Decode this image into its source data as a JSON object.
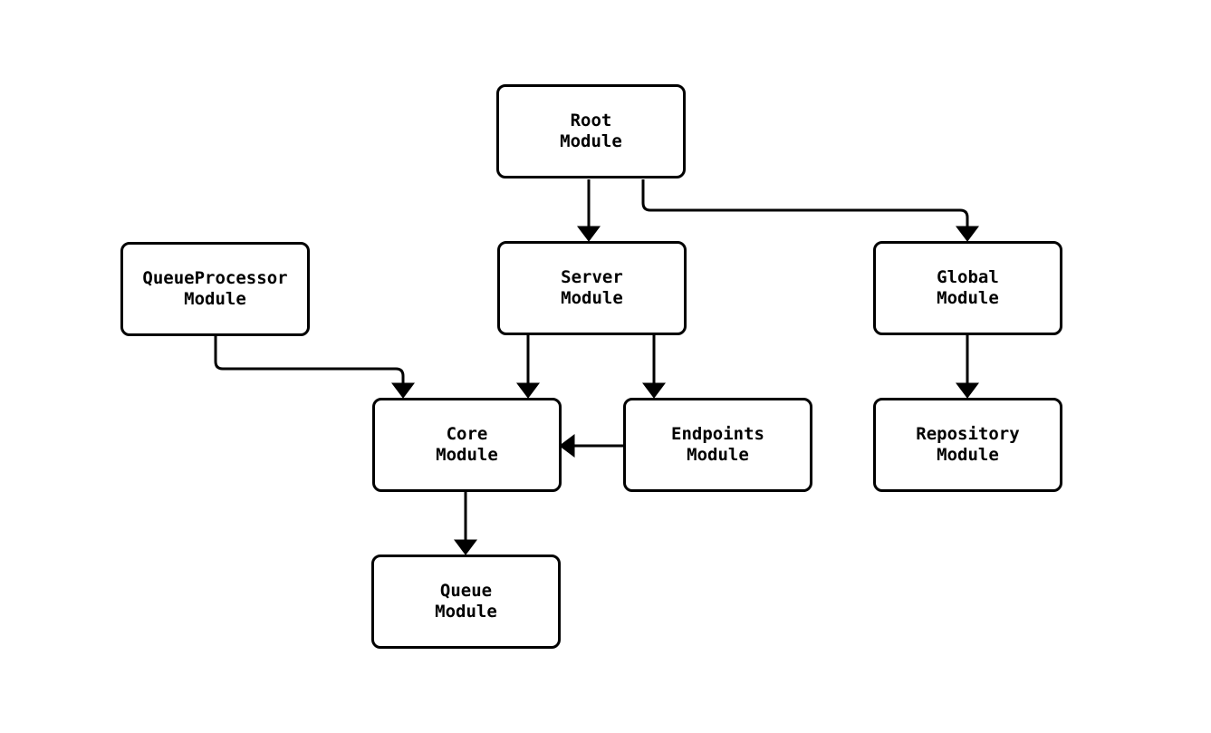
{
  "diagram": {
    "type": "module-dependency-flowchart",
    "background_color": "#ffffff",
    "node_border_color": "#000000",
    "node_fill_color": "#ffffff",
    "text_color": "#000000",
    "nodes": [
      {
        "id": "root",
        "label": "Root\nModule"
      },
      {
        "id": "queueprocessor",
        "label": "QueueProcessor\nModule"
      },
      {
        "id": "server",
        "label": "Server\nModule"
      },
      {
        "id": "global",
        "label": "Global\nModule"
      },
      {
        "id": "core",
        "label": "Core\nModule"
      },
      {
        "id": "endpoints",
        "label": "Endpoints\nModule"
      },
      {
        "id": "repository",
        "label": "Repository\nModule"
      },
      {
        "id": "queue",
        "label": "Queue\nModule"
      }
    ],
    "edges": [
      {
        "from": "root",
        "to": "server"
      },
      {
        "from": "root",
        "to": "global"
      },
      {
        "from": "queueprocessor",
        "to": "core"
      },
      {
        "from": "server",
        "to": "core"
      },
      {
        "from": "server",
        "to": "endpoints"
      },
      {
        "from": "endpoints",
        "to": "core"
      },
      {
        "from": "global",
        "to": "repository"
      },
      {
        "from": "core",
        "to": "queue"
      }
    ]
  }
}
